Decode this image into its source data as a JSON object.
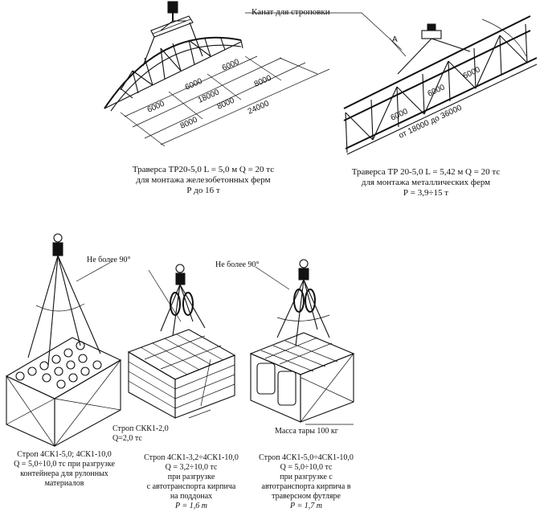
{
  "top": {
    "rope_label": "Канат для строповки",
    "left": {
      "line1": "Траверса ТР20-5,0 L = 5,0 м  Q = 20 тс",
      "line2": "для монтажа железобетонных ферм",
      "line3": "Р до 16 т",
      "dims": [
        "6000",
        "6000",
        "6000",
        "18000",
        "8000",
        "8000",
        "8000",
        "24000"
      ]
    },
    "right": {
      "line1": "Траверса ТР 20-5,0  L = 5,42 м  Q = 20 тс",
      "line2": "для монтажа металлических ферм",
      "line3": "Р = 3,9÷15 т",
      "mark": "А",
      "dims": [
        "6000",
        "6000",
        "6000",
        "от 18000 до 36000"
      ]
    }
  },
  "bottom": {
    "angle_label_1": "Не более 90°",
    "angle_label_2": "Не более 90°",
    "sling_label": "Строп СКК1-2,0",
    "sling_q": "Q=2,0 тс",
    "tare_label": "Масса тары 100 кг",
    "c1": {
      "line1": "Строп 4СК1-5,0; 4СК1-10,0",
      "line2": "Q = 5,0÷10,0 тс при разгрузке",
      "line3": "контейнера для рулонных",
      "line4": "материалов"
    },
    "c2": {
      "line1": "Строп 4СК1-3,2÷4СК1-10,0",
      "line2": "Q = 3,2÷10,0 тс",
      "line3": "при разгрузке",
      "line4": "с автотранспорта кирпича",
      "line5": "на поддонах",
      "line6": "P = 1,6 т"
    },
    "c3": {
      "line1": "Строп 4СК1-5,0÷4СК1-10,0",
      "line2": "Q = 5,0÷10,0 тс",
      "line3": "при разгрузке с",
      "line4": "автотранспорта кирпича в",
      "line5": "траверсном футляре",
      "line6": "P = 1,7 т"
    }
  }
}
